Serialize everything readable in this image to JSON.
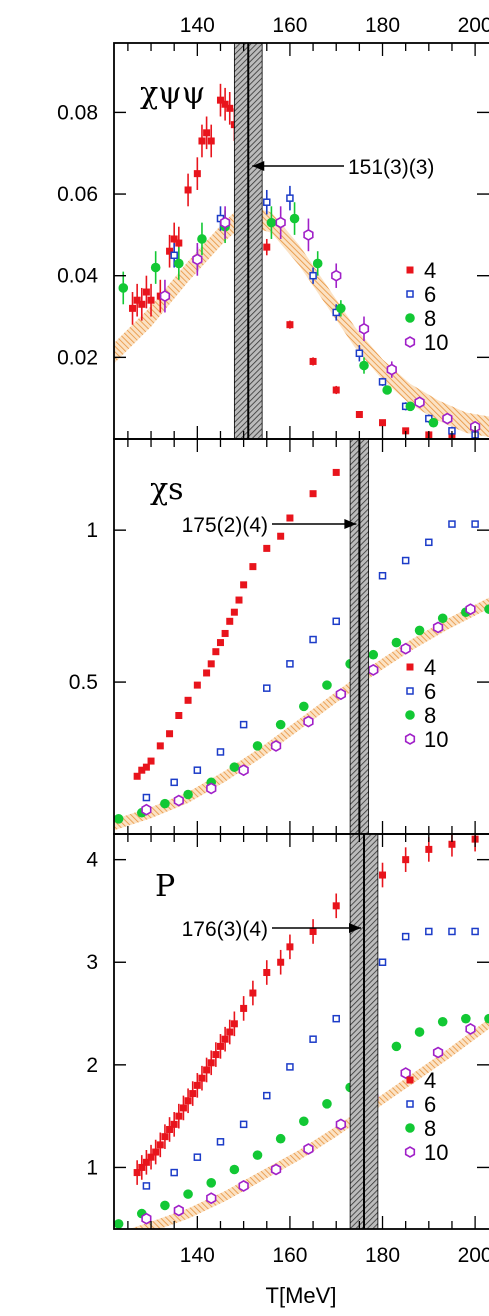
{
  "chart_data": [
    {
      "type": "scatter",
      "panel_label": "χψψ",
      "xlim": [
        122,
        203
      ],
      "ylim": [
        0,
        0.097
      ],
      "yticks": [
        0.02,
        0.04,
        0.06,
        0.08
      ],
      "ytick_labels": [
        "0.02",
        "0.04",
        "0.06",
        "0.08"
      ],
      "top_xticks": [
        140,
        160,
        180,
        200
      ],
      "top_xtick_labels": [
        "140",
        "160",
        "180",
        "200"
      ],
      "annotation": "151(3)(3)",
      "tc": 151,
      "tc_err": 3,
      "series": [
        {
          "name": "4",
          "color": "#e8141c",
          "marker": "square-filled",
          "x": [
            126,
            127,
            128,
            129,
            130,
            132,
            134,
            135,
            136,
            138,
            140,
            141,
            142,
            143,
            145,
            146,
            147,
            148,
            150,
            152,
            155,
            160,
            165,
            170,
            175,
            180,
            185,
            190,
            195,
            200
          ],
          "y": [
            0.032,
            0.034,
            0.033,
            0.036,
            0.034,
            0.035,
            0.046,
            0.049,
            0.048,
            0.061,
            0.065,
            0.073,
            0.075,
            0.073,
            0.083,
            0.082,
            0.081,
            0.077,
            0.069,
            0.054,
            0.047,
            0.028,
            0.019,
            0.012,
            0.006,
            0.004,
            0.002,
            0.001,
            0.0005,
            0.0002
          ],
          "err": [
            0.004,
            0.004,
            0.004,
            0.004,
            0.004,
            0.004,
            0.004,
            0.004,
            0.004,
            0.004,
            0.004,
            0.004,
            0.004,
            0.004,
            0.004,
            0.004,
            0.004,
            0.004,
            0.003,
            0.003,
            0.002,
            0.001,
            0.001,
            0.001,
            0.0005,
            0.0005,
            0.0005,
            0.0005,
            0.0005,
            0.0005
          ]
        },
        {
          "name": "6",
          "color": "#1c3cc8",
          "marker": "square-open",
          "x": [
            135,
            140,
            145,
            150,
            155,
            160,
            165,
            170,
            175,
            180,
            185,
            190,
            195,
            200
          ],
          "y": [
            0.045,
            0.044,
            0.054,
            0.066,
            0.058,
            0.059,
            0.04,
            0.031,
            0.021,
            0.014,
            0.008,
            0.005,
            0.002,
            0.001
          ],
          "err": [
            0.003,
            0.003,
            0.003,
            0.004,
            0.003,
            0.003,
            0.002,
            0.002,
            0.002,
            0.001,
            0.001,
            0.001,
            0.001,
            0.001
          ]
        },
        {
          "name": "8",
          "color": "#12c834",
          "marker": "circle-filled",
          "x": [
            124,
            131,
            136,
            141,
            146,
            151,
            156,
            161,
            166,
            171,
            176,
            181,
            186,
            191
          ],
          "y": [
            0.037,
            0.042,
            0.043,
            0.049,
            0.052,
            0.056,
            0.053,
            0.054,
            0.043,
            0.032,
            0.018,
            0.012,
            0.008,
            0.004
          ],
          "err": [
            0.004,
            0.004,
            0.004,
            0.004,
            0.004,
            0.004,
            0.004,
            0.004,
            0.003,
            0.002,
            0.002,
            0.001,
            0.001,
            0.001
          ]
        },
        {
          "name": "10",
          "color": "#a020c8",
          "marker": "hexagon-open",
          "x": [
            133,
            140,
            146,
            152,
            158,
            164,
            170,
            176,
            182,
            188,
            194,
            200
          ],
          "y": [
            0.035,
            0.044,
            0.053,
            0.055,
            0.053,
            0.05,
            0.04,
            0.027,
            0.017,
            0.009,
            0.005,
            0.003
          ],
          "err": [
            0.004,
            0.004,
            0.004,
            0.004,
            0.004,
            0.004,
            0.003,
            0.003,
            0.002,
            0.001,
            0.001,
            0.001
          ]
        }
      ],
      "band": {
        "color": "#f0a050",
        "x": [
          122,
          130,
          138,
          146,
          150,
          156,
          162,
          168,
          174,
          180,
          186,
          192,
          198,
          203
        ],
        "y": [
          0.021,
          0.03,
          0.041,
          0.051,
          0.055,
          0.053,
          0.045,
          0.035,
          0.025,
          0.017,
          0.011,
          0.007,
          0.004,
          0.003
        ],
        "half_width": 0.0025
      }
    },
    {
      "type": "scatter",
      "panel_label": "χs",
      "xlim": [
        122,
        203
      ],
      "ylim": [
        0,
        1.3
      ],
      "yticks": [
        0.5,
        1
      ],
      "ytick_labels": [
        "0.5",
        "1"
      ],
      "annotation": "175(2)(4)",
      "tc": 175,
      "tc_err": 2,
      "series": [
        {
          "name": "4",
          "color": "#e8141c",
          "marker": "square-filled",
          "x": [
            127,
            128,
            129,
            130,
            132,
            134,
            136,
            138,
            140,
            142,
            143,
            144,
            145,
            146,
            147,
            148,
            149,
            150,
            152,
            155,
            158,
            160,
            165,
            170,
            175
          ],
          "y": [
            0.19,
            0.21,
            0.22,
            0.24,
            0.29,
            0.33,
            0.39,
            0.44,
            0.49,
            0.53,
            0.56,
            0.6,
            0.63,
            0.66,
            0.7,
            0.73,
            0.77,
            0.82,
            0.88,
            0.94,
            0.98,
            1.04,
            1.12,
            1.19,
            1.27
          ]
        },
        {
          "name": "6",
          "color": "#1c3cc8",
          "marker": "square-open",
          "x": [
            129,
            135,
            140,
            145,
            150,
            155,
            160,
            165,
            170,
            175,
            180,
            185,
            190,
            195,
            200
          ],
          "y": [
            0.12,
            0.17,
            0.21,
            0.27,
            0.36,
            0.48,
            0.56,
            0.64,
            0.7,
            0.78,
            0.85,
            0.9,
            0.96,
            1.02,
            1.02
          ]
        },
        {
          "name": "8",
          "color": "#12c834",
          "marker": "circle-filled",
          "x": [
            123,
            128,
            133,
            138,
            143,
            148,
            153,
            158,
            163,
            168,
            173,
            178,
            183,
            188,
            193,
            198,
            203
          ],
          "y": [
            0.05,
            0.07,
            0.1,
            0.13,
            0.17,
            0.22,
            0.29,
            0.36,
            0.42,
            0.49,
            0.56,
            0.59,
            0.63,
            0.67,
            0.71,
            0.73,
            0.74
          ]
        },
        {
          "name": "10",
          "color": "#a020c8",
          "marker": "hexagon-open",
          "x": [
            129,
            136,
            143,
            150,
            157,
            164,
            171,
            178,
            185,
            192,
            199
          ],
          "y": [
            0.08,
            0.11,
            0.15,
            0.21,
            0.29,
            0.37,
            0.46,
            0.54,
            0.61,
            0.68,
            0.74
          ]
        }
      ],
      "band": {
        "color": "#f0a050",
        "x": [
          122,
          130,
          138,
          146,
          154,
          162,
          170,
          178,
          186,
          194,
          203
        ],
        "y": [
          0.03,
          0.07,
          0.12,
          0.19,
          0.27,
          0.36,
          0.45,
          0.54,
          0.62,
          0.69,
          0.76
        ],
        "half_width": 0.018
      }
    },
    {
      "type": "scatter",
      "panel_label": "P",
      "xlim": [
        122,
        203
      ],
      "ylim": [
        0.4,
        4.25
      ],
      "yticks": [
        1,
        2,
        3,
        4
      ],
      "ytick_labels": [
        "1",
        "2",
        "3",
        "4"
      ],
      "bottom_xticks": [
        140,
        160,
        180,
        200
      ],
      "bottom_xtick_labels": [
        "140",
        "160",
        "180",
        "200"
      ],
      "xlabel": "T[MeV]",
      "annotation": "176(3)(4)",
      "tc": 176,
      "tc_err": 3,
      "series": [
        {
          "name": "4",
          "color": "#e8141c",
          "marker": "square-filled",
          "x": [
            127,
            128,
            129,
            130,
            131,
            132,
            133,
            134,
            135,
            136,
            137,
            138,
            139,
            140,
            141,
            142,
            143,
            144,
            145,
            146,
            147,
            148,
            150,
            152,
            155,
            158,
            160,
            165,
            170,
            175,
            180,
            185,
            190,
            195,
            200
          ],
          "y": [
            0.95,
            1.0,
            1.05,
            1.1,
            1.15,
            1.22,
            1.3,
            1.37,
            1.42,
            1.5,
            1.58,
            1.65,
            1.72,
            1.8,
            1.87,
            1.95,
            2.02,
            2.1,
            2.18,
            2.25,
            2.32,
            2.4,
            2.55,
            2.7,
            2.9,
            3.0,
            3.15,
            3.3,
            3.55,
            3.7,
            3.85,
            4.0,
            4.1,
            4.15,
            4.2
          ],
          "err": [
            0.12,
            0.12,
            0.12,
            0.12,
            0.12,
            0.12,
            0.12,
            0.12,
            0.12,
            0.12,
            0.12,
            0.12,
            0.12,
            0.12,
            0.12,
            0.12,
            0.12,
            0.12,
            0.12,
            0.12,
            0.12,
            0.12,
            0.12,
            0.12,
            0.12,
            0.12,
            0.12,
            0.12,
            0.12,
            0.12,
            0.12,
            0.12,
            0.12,
            0.12,
            0.12
          ]
        },
        {
          "name": "6",
          "color": "#1c3cc8",
          "marker": "square-open",
          "x": [
            129,
            135,
            140,
            145,
            150,
            155,
            160,
            165,
            170,
            175,
            180,
            185,
            190,
            195,
            200
          ],
          "y": [
            0.82,
            0.95,
            1.1,
            1.25,
            1.42,
            1.7,
            1.98,
            2.25,
            2.45,
            2.75,
            3.0,
            3.25,
            3.3,
            3.3,
            3.3
          ]
        },
        {
          "name": "8",
          "color": "#12c834",
          "marker": "circle-filled",
          "x": [
            123,
            128,
            133,
            138,
            143,
            148,
            153,
            158,
            163,
            168,
            173,
            178,
            183,
            188,
            193,
            198,
            203
          ],
          "y": [
            0.45,
            0.55,
            0.63,
            0.74,
            0.85,
            0.98,
            1.12,
            1.28,
            1.45,
            1.62,
            1.78,
            2.0,
            2.18,
            2.32,
            2.42,
            2.45,
            2.45
          ]
        },
        {
          "name": "10",
          "color": "#a020c8",
          "marker": "hexagon-open",
          "x": [
            129,
            136,
            143,
            150,
            157,
            164,
            171,
            178,
            185,
            192,
            199
          ],
          "y": [
            0.5,
            0.58,
            0.7,
            0.82,
            0.98,
            1.18,
            1.42,
            1.68,
            1.92,
            2.12,
            2.35
          ]
        }
      ],
      "band": {
        "color": "#f0a050",
        "x": [
          122,
          130,
          138,
          146,
          154,
          162,
          170,
          178,
          186,
          194,
          203
        ],
        "y": [
          0.3,
          0.42,
          0.55,
          0.72,
          0.92,
          1.12,
          1.35,
          1.6,
          1.85,
          2.1,
          2.4
        ],
        "half_width": 0.05
      }
    }
  ]
}
